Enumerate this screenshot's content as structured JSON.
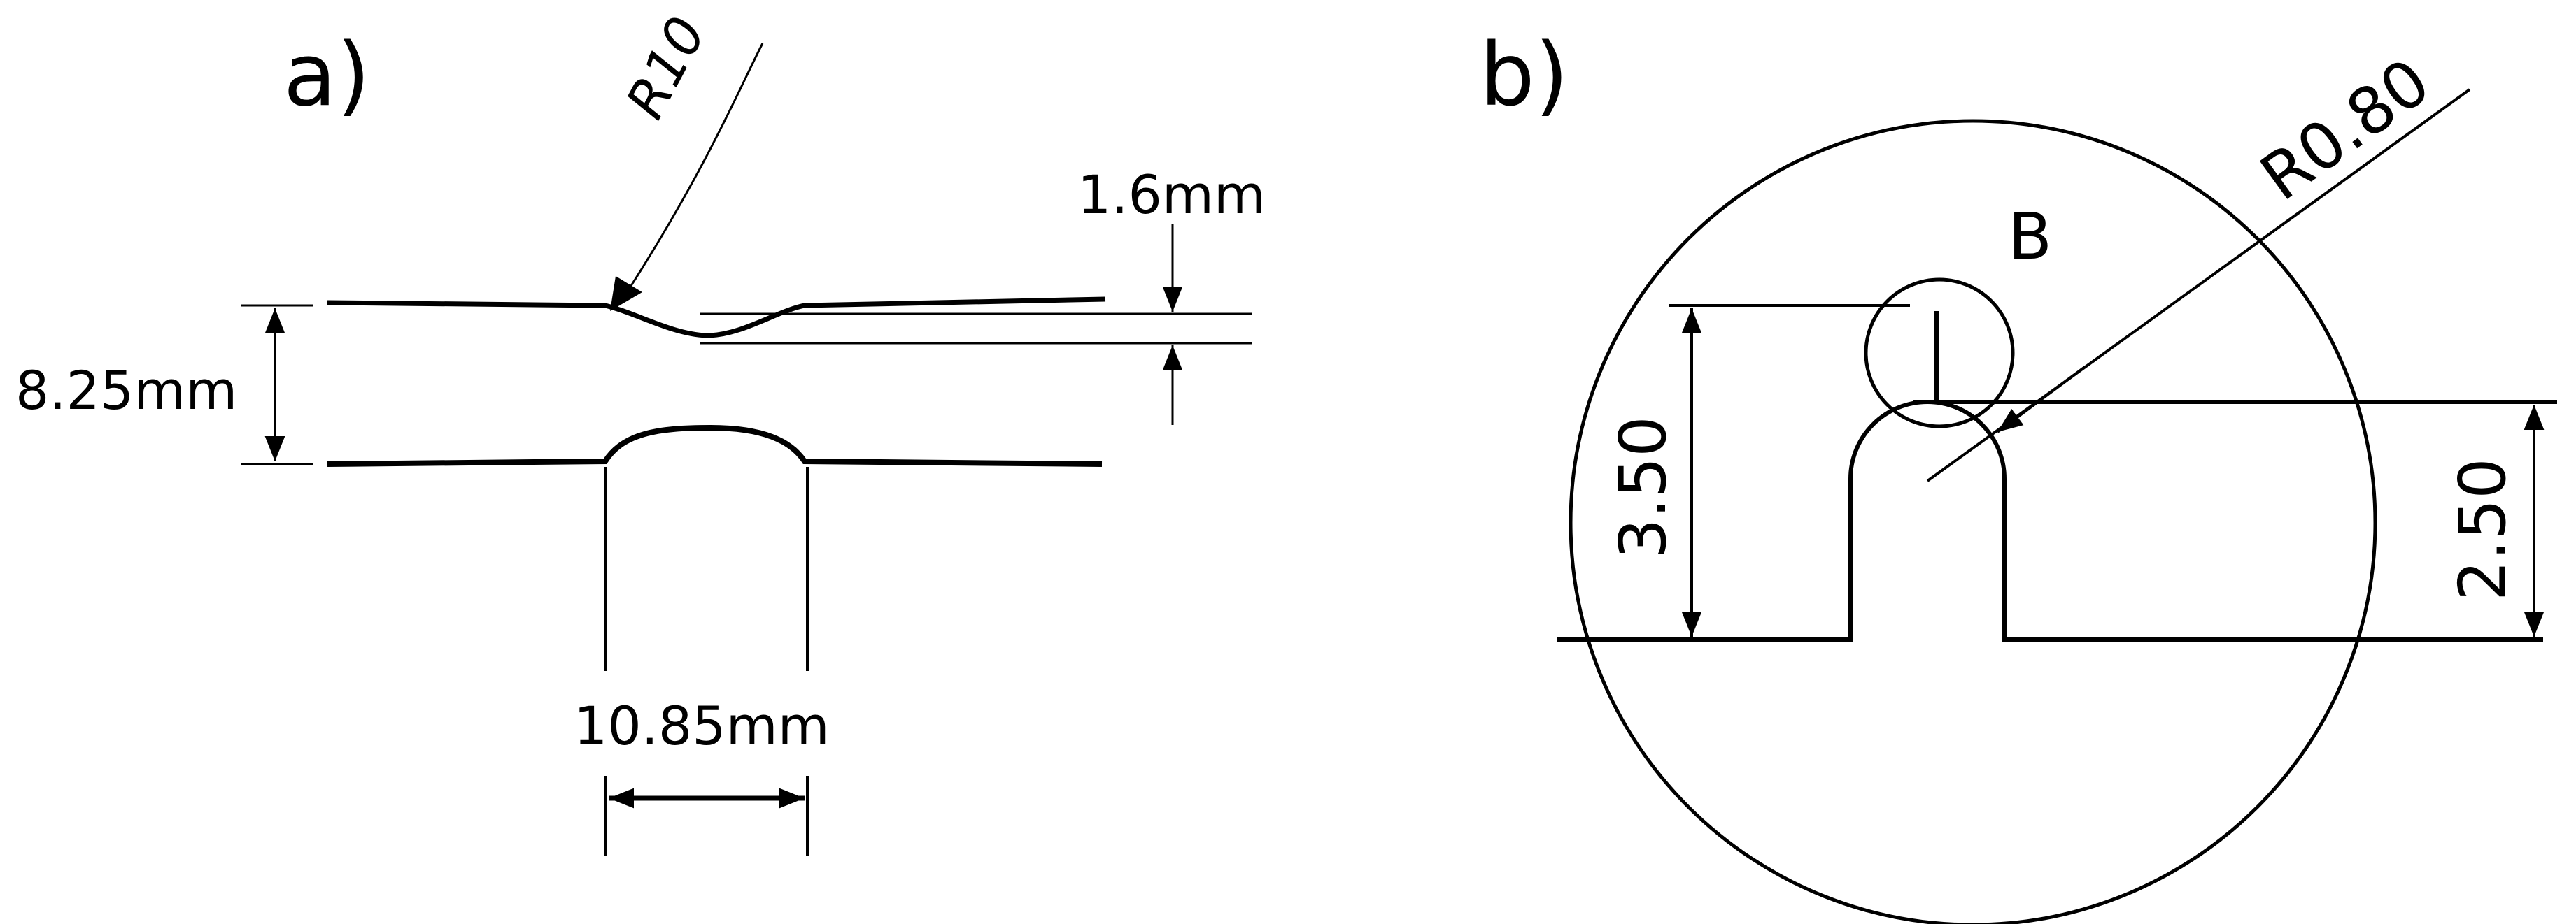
{
  "panel_a": {
    "label": "a)",
    "radius_label": "R10",
    "thickness_label": "1.6mm",
    "height_label": "8.25mm",
    "width_label": "10.85mm"
  },
  "panel_b": {
    "label": "b)",
    "detail_label": "B",
    "radius_label": "R0.80",
    "depth_left_label": "3.50",
    "depth_right_label": "2.50"
  },
  "colors": {
    "ink": "#000000",
    "background": "#ffffff"
  }
}
